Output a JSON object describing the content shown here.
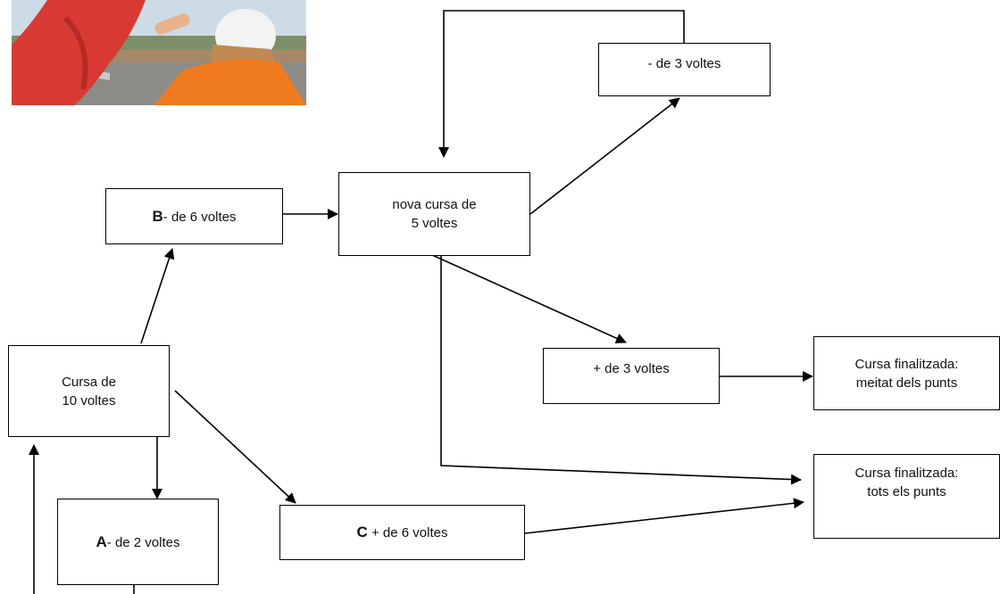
{
  "nodes": {
    "race10": {
      "lines": [
        "Cursa de",
        "10 voltes"
      ]
    },
    "a": {
      "letter": "A",
      "text": "- de 2 voltes"
    },
    "b": {
      "letter": "B",
      "text": "- de 6 voltes"
    },
    "c": {
      "letter": "C",
      "text": " + de 6 voltes"
    },
    "new_race": {
      "lines": [
        "nova cursa de",
        "5 voltes"
      ]
    },
    "less3": {
      "text": "- de 3 voltes"
    },
    "more3": {
      "text": "+ de 3 voltes"
    },
    "half_points": {
      "lines": [
        "Cursa finalitzada:",
        "meitat dels punts"
      ]
    },
    "all_points": {
      "lines": [
        "Cursa finalitzada:",
        "tots els punts"
      ]
    }
  },
  "colors": {
    "line": "#000000",
    "flag": "#e03a33",
    "vest": "#f47a1f",
    "sky": "#b9cfe0"
  }
}
